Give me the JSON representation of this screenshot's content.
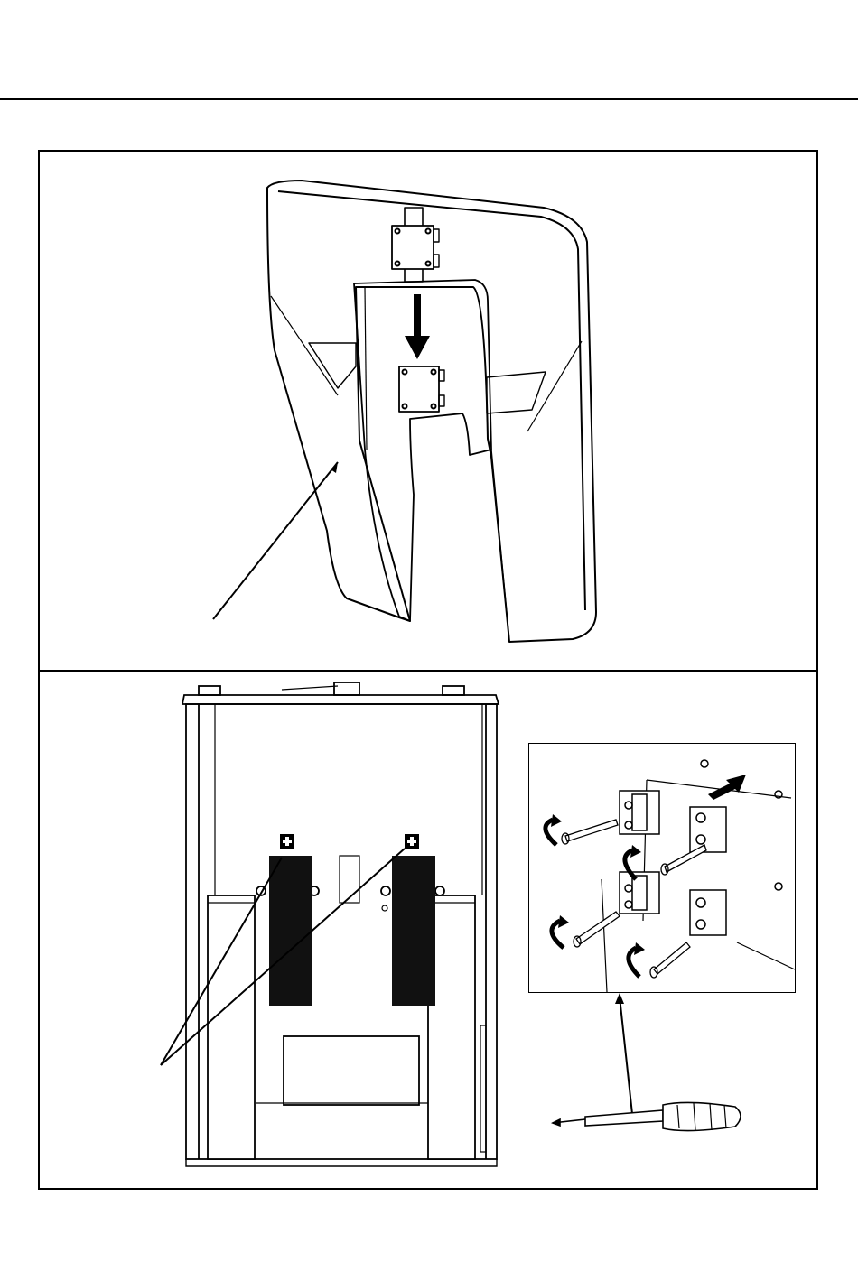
{
  "page": {
    "colors": {
      "ink": "#000000",
      "paper": "#ffffff",
      "fill_dark": "#111111"
    }
  },
  "figures": [
    {
      "id": "step-top",
      "parts": [
        "backrest-panel",
        "seat-panel",
        "mounting-bracket-upper",
        "mounting-bracket-lower",
        "insert-arrow",
        "callout-leader"
      ]
    },
    {
      "id": "step-bottom",
      "parts": [
        "cabinet-frame",
        "side-column-left",
        "side-column-right",
        "speaker-panel-left",
        "speaker-panel-right",
        "plus-marker-left",
        "plus-marker-right",
        "control-strip",
        "callout-leaders",
        "detail-inset",
        "screwdriver"
      ]
    }
  ],
  "detail_inset": {
    "parts": [
      "hinge-bracket",
      "screws",
      "rotate-arrows",
      "push-arrow"
    ],
    "screw_count": 4
  }
}
